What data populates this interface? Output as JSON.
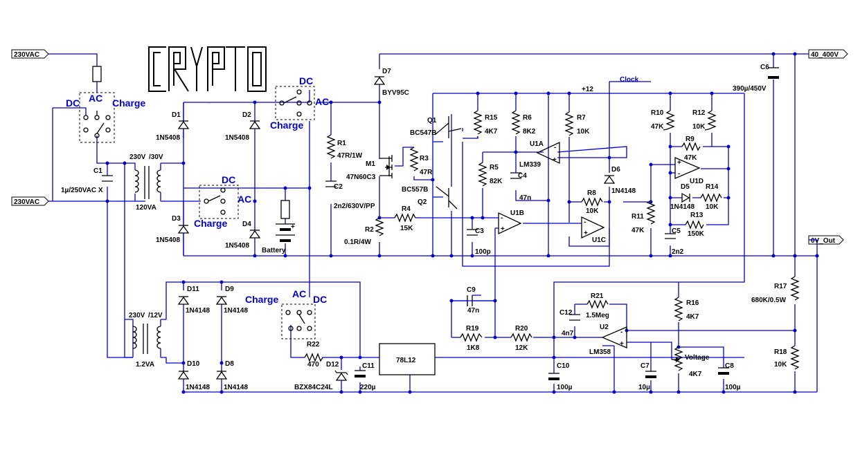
{
  "logo": {
    "text": "CRYPTO"
  },
  "ports": {
    "in_top": "230VAC",
    "in_bottom": "230VAC",
    "out_hv": "40_400V",
    "out_0v": "0V_Out"
  },
  "net_labels": {
    "plus12": "+12",
    "clock": "Clock"
  },
  "switches": [
    {
      "dc": "DC",
      "ac": "AC",
      "charge": "Charge"
    },
    {
      "dc": "DC",
      "ac": "AC",
      "charge": "Charge"
    },
    {
      "dc": "DC",
      "ac": "AC",
      "charge": "Charge"
    },
    {
      "dc": "DC",
      "ac": "AC",
      "charge": "Charge"
    }
  ],
  "transformers": [
    {
      "primary": "230V",
      "secondary": "/30V",
      "rating": "120VA"
    },
    {
      "primary": "230V",
      "secondary": "/12V",
      "rating": "1.2VA"
    }
  ],
  "components": {
    "C1": {
      "ref": "C1",
      "value": "1µ/250VAC X"
    },
    "D1": {
      "ref": "D1",
      "value": "1N5408"
    },
    "D2": {
      "ref": "D2",
      "value": "1N5408"
    },
    "D3": {
      "ref": "D3",
      "value": "1N5408"
    },
    "D4": {
      "ref": "D4",
      "value": "1N5408"
    },
    "BAT": {
      "ref": "Battery"
    },
    "D7": {
      "ref": "D7",
      "value": "BYV95C"
    },
    "R1": {
      "ref": "R1",
      "value": "47R/1W"
    },
    "C2": {
      "ref": "C2",
      "value": "2n2/630V/PP"
    },
    "M1": {
      "ref": "M1",
      "value": "47N60C3"
    },
    "R2": {
      "ref": "R2",
      "value": "0.1R/4W"
    },
    "Q1": {
      "ref": "Q1",
      "value": "BC547B"
    },
    "Q2": {
      "ref": "Q2",
      "value": "BC557B"
    },
    "R3": {
      "ref": "R3",
      "value": "47R"
    },
    "R4": {
      "ref": "R4",
      "value": "15K"
    },
    "R15": {
      "ref": "R15",
      "value": "4K7"
    },
    "R6": {
      "ref": "R6",
      "value": "8K2"
    },
    "R5": {
      "ref": "R5",
      "value": "82K"
    },
    "C4": {
      "ref": "C4",
      "value": "47n"
    },
    "C3": {
      "ref": "C3",
      "value": "100p"
    },
    "U1A": {
      "ref": "U1A",
      "value": "LM339"
    },
    "U1B": {
      "ref": "U1B"
    },
    "U1C": {
      "ref": "U1C"
    },
    "U1D": {
      "ref": "U1D"
    },
    "R7": {
      "ref": "R7",
      "value": "10K"
    },
    "R8": {
      "ref": "R8",
      "value": "10K"
    },
    "D6": {
      "ref": "D6",
      "value": "1N4148"
    },
    "R10": {
      "ref": "R10",
      "value": "47K"
    },
    "R12": {
      "ref": "R12",
      "value": "10K"
    },
    "R9": {
      "ref": "R9",
      "value": "47K"
    },
    "D5": {
      "ref": "D5",
      "value": "1N4148"
    },
    "R14": {
      "ref": "R14",
      "value": "10K"
    },
    "R13": {
      "ref": "R13",
      "value": "150K"
    },
    "R11": {
      "ref": "R11",
      "value": "47K"
    },
    "C5": {
      "ref": "C5",
      "value": "2n2"
    },
    "C6": {
      "ref": "C6",
      "value": "390µ/450V"
    },
    "R17": {
      "ref": "R17",
      "value": "680K/0.5W"
    },
    "R18": {
      "ref": "R18",
      "value": "10K"
    },
    "D11": {
      "ref": "D11",
      "value": "1N4148"
    },
    "D9": {
      "ref": "D9",
      "value": "1N4148"
    },
    "D10": {
      "ref": "D10",
      "value": "1N4148"
    },
    "D8": {
      "ref": "D8",
      "value": "1N4148"
    },
    "R22": {
      "ref": "R22",
      "value": "470"
    },
    "D12": {
      "ref": "D12",
      "value": "BZX84C24L"
    },
    "C11": {
      "ref": "C11",
      "value": "220µ"
    },
    "REG": {
      "ref": "78L12"
    },
    "C9": {
      "ref": "C9",
      "value": "47n"
    },
    "R19": {
      "ref": "R19",
      "value": "1K8"
    },
    "R20": {
      "ref": "R20",
      "value": "12K"
    },
    "C10": {
      "ref": "C10",
      "value": "100µ"
    },
    "R21": {
      "ref": "R21",
      "value": "1.5Meg"
    },
    "C12": {
      "ref": "C12",
      "value": "4n7"
    },
    "U2": {
      "ref": "U2",
      "value": "LM358"
    },
    "R16": {
      "ref": "R16",
      "value": "4K7"
    },
    "C7": {
      "ref": "C7",
      "value": "10µ"
    },
    "POT": {
      "ref": "Voltage",
      "value": "4K7"
    },
    "C8": {
      "ref": "C8",
      "value": "100µ"
    }
  }
}
